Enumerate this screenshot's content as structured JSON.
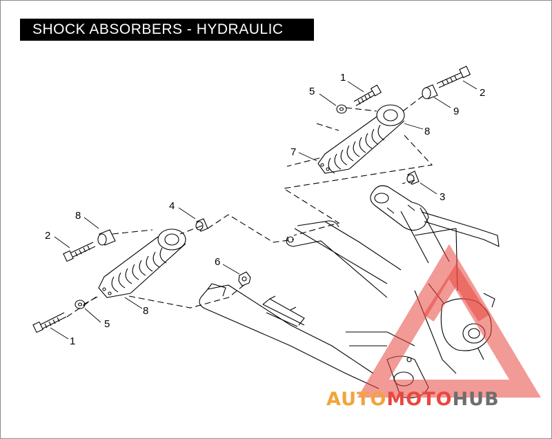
{
  "title": "SHOCK ABSORBERS - HYDRAULIC",
  "callouts": [
    {
      "id": "c1a",
      "label": "1"
    },
    {
      "id": "c2a",
      "label": "2"
    },
    {
      "id": "c5a",
      "label": "5"
    },
    {
      "id": "c9",
      "label": "9"
    },
    {
      "id": "c8a",
      "label": "8"
    },
    {
      "id": "c7",
      "label": "7"
    },
    {
      "id": "c3",
      "label": "3"
    },
    {
      "id": "c4",
      "label": "4"
    },
    {
      "id": "c8b",
      "label": "8"
    },
    {
      "id": "c2b",
      "label": "2"
    },
    {
      "id": "c6",
      "label": "6"
    },
    {
      "id": "c5b",
      "label": "5"
    },
    {
      "id": "c8c",
      "label": "8"
    },
    {
      "id": "c1b",
      "label": "1"
    }
  ],
  "watermark": {
    "part1": "AUTO",
    "part2": "MOTO",
    "part3": "HUB",
    "color_red": "#e8473f",
    "color_orange": "#f2a43a",
    "color_grey": "#6e6e6e"
  }
}
